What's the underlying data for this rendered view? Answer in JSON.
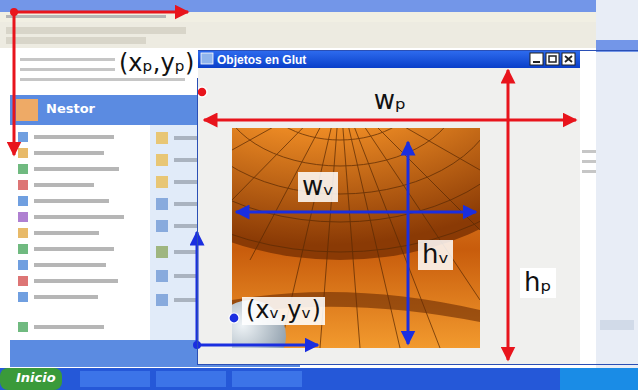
{
  "diagram": {
    "nodes": [
      {
        "text": [
          "Objetos en Glut"
        ]
      }
    ],
    "labels": [
      "(xₚ,yₚ)",
      "wₚ",
      "hₚ",
      "wᵥ",
      "hᵥ",
      "(xᵥ,yᵥ)",
      "Nestor",
      "Inicio"
    ]
  }
}
